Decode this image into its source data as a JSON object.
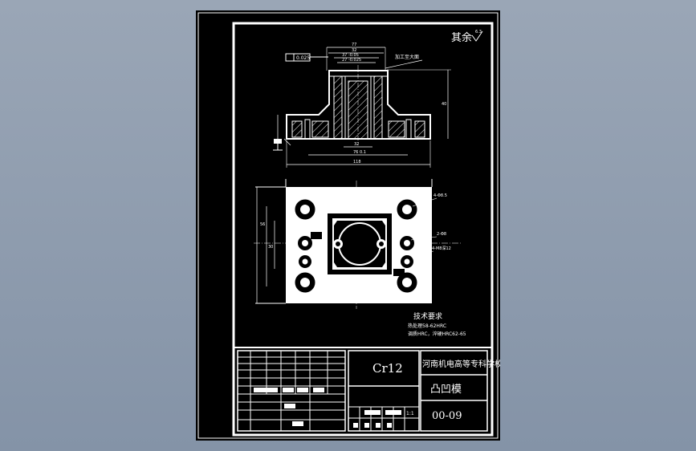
{
  "drawing": {
    "roughness_note": "其余",
    "roughness_value": "6.3",
    "tolerance_frame": "0.025",
    "callout_right": "加工至大面",
    "dims_top": [
      "77",
      "32",
      "37 -0.05",
      "27 -0.025"
    ],
    "dim_vertical": "40",
    "dim_bottom_small": "32",
    "dim_bottom_mid": "76 0.1",
    "dim_bottom_overall": "118",
    "dim_left_top": "56",
    "dim_left_mid": "30",
    "hole_callout_1": "4-Φ8.5",
    "hole_callout_2": "2-Φ8",
    "hole_callout_3": "4-M8深12",
    "tech_title": "技术要求",
    "tech_line_1": "热处理58-62HRC",
    "tech_line_2": "调质HRC，淬硬HRC62-65"
  },
  "title_block": {
    "material": "Cr12",
    "school": "河南机电高等专科学校",
    "part_name": "凸凹模",
    "drawing_no": "00-09",
    "scale": "1:1"
  },
  "colors": {
    "app_background": "#8b99ad",
    "paper": "#000000",
    "lines": "#ffffff"
  }
}
